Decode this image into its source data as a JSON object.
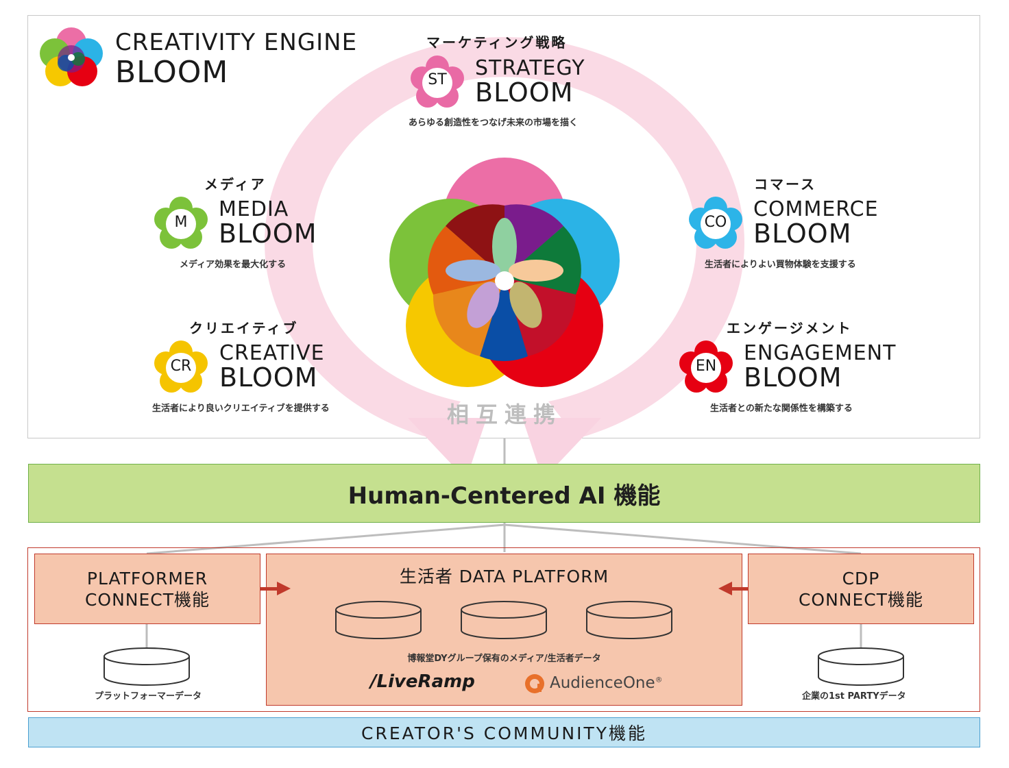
{
  "logo": {
    "line1": "CREATIVITY ENGINE",
    "line2": "BLOOM"
  },
  "strategy": {
    "jp": "マーケティング戦略",
    "badge": "ST",
    "en": "STRATEGY",
    "bloom": "BLOOM",
    "desc": "あらゆる創造性をつなげ未来の市場を描く",
    "color": "#e96aa5"
  },
  "media": {
    "jp": "メディア",
    "badge": "M",
    "en": "MEDIA",
    "bloom": "BLOOM",
    "desc": "メディア効果を最大化する",
    "color": "#7cc23a"
  },
  "commerce": {
    "jp": "コマース",
    "badge": "CO",
    "en": "COMMERCE",
    "bloom": "BLOOM",
    "desc": "生活者によりよい買物体験を支援する",
    "color": "#2cb4e8"
  },
  "creative": {
    "jp": "クリエイティブ",
    "badge": "CR",
    "en": "CREATIVE",
    "bloom": "BLOOM",
    "desc": "生活者により良いクリエイティブを提供する",
    "color": "#f5c400"
  },
  "engagement": {
    "jp": "エンゲージメント",
    "badge": "EN",
    "en": "ENGAGEMENT",
    "bloom": "BLOOM",
    "desc": "生活者との新たな関係性を構築する",
    "color": "#e60012"
  },
  "center_label": "相互連携",
  "ai_bar": "Human-Centered AI 機能",
  "platformer": {
    "line1": "PLATFORMER",
    "line2": "CONNECT機能",
    "db_label": "プラットフォーマーデータ"
  },
  "data_platform": {
    "title": "生活者 DATA PLATFORM",
    "desc": "博報堂DYグループ保有のメディア/生活者データ",
    "partner1": "/LiveRamp",
    "partner2": "AudienceOne",
    "partner2_mark": "®"
  },
  "cdp": {
    "line1": "CDP",
    "line2": "CONNECT機能",
    "db_label": "企業の1st PARTYデータ"
  },
  "community": "CREATOR'S COMMUNITY機能",
  "colors": {
    "pink_arc": "#f9d3e1",
    "ai_green": "#c5e08f",
    "data_salmon": "#f6c6ad",
    "frame_red": "#c0392b",
    "community_blue": "#bfe3f3",
    "arrow_red": "#c0392b"
  },
  "icons": [
    "flower-logo-icon",
    "database-icon",
    "double-arrow-icon",
    "audienceone-logo-icon"
  ]
}
